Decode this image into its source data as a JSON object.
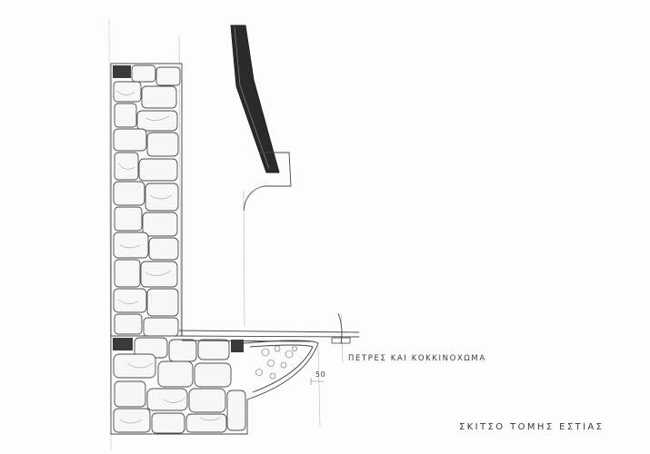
{
  "labels": {
    "material": "ΠΕΤΡΕΣ ΚΑΙ ΚΟΚΚΙΝΟΧΩΜΑ",
    "dimension": "50",
    "title": "ΣΚΙΤΣΟ ΤΟΜΗΣ ΕΣΤΙΑΣ"
  },
  "colors": {
    "paper": "#fdfdfd",
    "pencil": "#444444",
    "chimney": "#2a2a2a"
  }
}
